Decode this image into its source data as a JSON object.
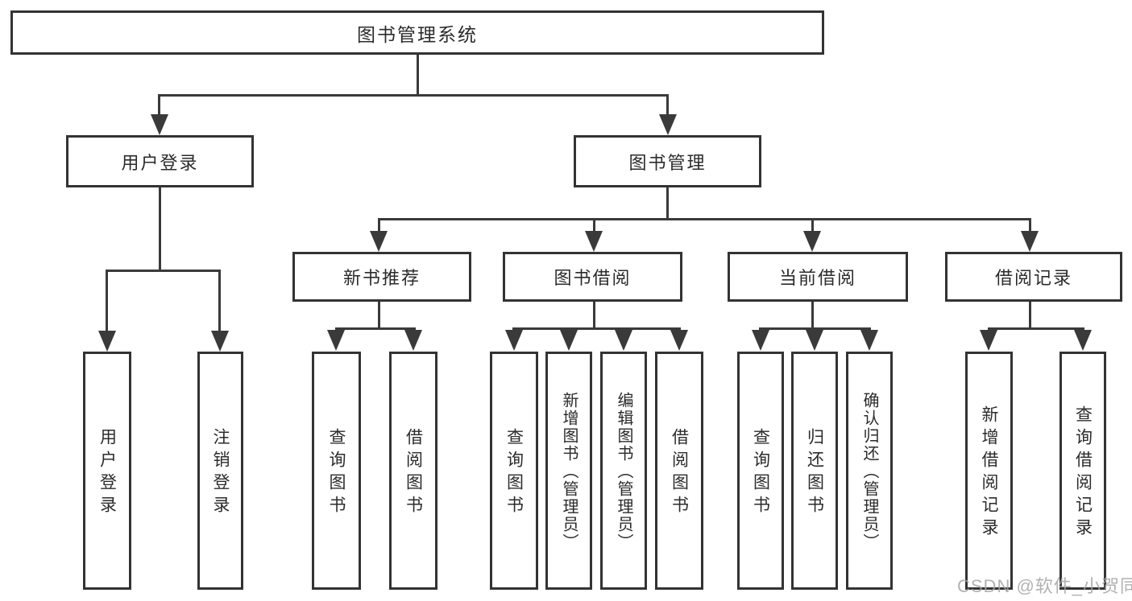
{
  "tree": {
    "root": {
      "label": "图书管理系统"
    },
    "level2": {
      "login": "用户登录",
      "manage": "图书管理"
    },
    "level3": {
      "recommend": "新书推荐",
      "borrow": "图书借阅",
      "current": "当前借阅",
      "records": "借阅记录"
    },
    "leaves": {
      "login": [
        "用户登录",
        "注销登录"
      ],
      "recommend": [
        "查询图书",
        "借阅图书"
      ],
      "borrow": [
        "查询图书",
        "新增图书（管理员）",
        "编辑图书（管理员）",
        "借阅图书"
      ],
      "current": [
        "查询图书",
        "归还图书",
        "确认归还（管理员）"
      ],
      "records": [
        "新增借阅记录",
        "查询借阅记录"
      ]
    }
  },
  "watermark": {
    "text": "CSDN @软件_小贺同学"
  },
  "colors": {
    "line": "#3a3a3a",
    "border": "#333333",
    "text": "#2b2b2b",
    "watermark": "#a4a4a4",
    "background": "#ffffff"
  }
}
